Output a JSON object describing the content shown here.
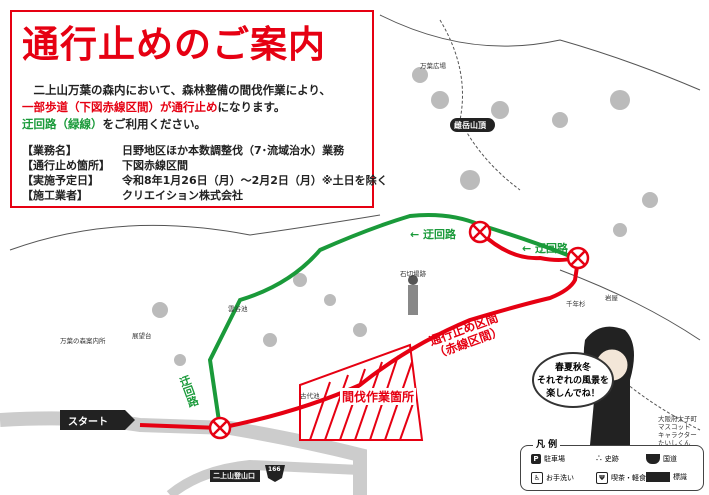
{
  "notice": {
    "title": "通行止めのご案内",
    "line1": "二上山万葉の森内において、森林整備の間伐作業により、",
    "line2_red": "一部歩道（下図赤線区間）が通行止め",
    "line2_rest": "になります。",
    "line3_green": "迂回路（緑線）",
    "line3_rest": "をご利用ください。",
    "info": [
      {
        "key": "【業務名】",
        "value": "日野地区ほか本数調整伐（7･流域治水）業務"
      },
      {
        "key": "【通行止め箇所】",
        "value": "下図赤線区間"
      },
      {
        "key": "【実施予定日】",
        "value": "令和8年1月26日（月）～2月2日（月）※土日を除く"
      },
      {
        "key": "【施工業者】",
        "value": "クリエイション株式会社"
      }
    ]
  },
  "map": {
    "detour_label": "迂回路",
    "closed_section_label": "通行止め区間",
    "closed_section_sub": "（赤線区間）",
    "thinning_area_label": "間伐作業箇所",
    "start_label": "スタート",
    "summit_label": "雌岳山頂",
    "trailhead_label": "二上山登山口",
    "route_number": "166",
    "places": [
      "万葉の森案内所",
      "万葉広場",
      "石切場跡",
      "岩屋",
      "千年杉",
      "古代池",
      "雲谷池",
      "展望台"
    ],
    "colors": {
      "closed": "#e60012",
      "detour": "#1a9a3a"
    }
  },
  "mascot": {
    "speech": [
      "春夏秋冬",
      "それぞれの風景を",
      "楽しんでね！"
    ],
    "caption": [
      "大阪府太子町",
      "マスコット",
      "キャラクター",
      "たいしくん"
    ]
  },
  "legend": {
    "title": "凡 例",
    "items": [
      {
        "icon": "parking-icon",
        "label": "駐車場"
      },
      {
        "icon": "historic-site-icon",
        "label": "史跡"
      },
      {
        "icon": "national-route-icon",
        "label": "国道"
      },
      {
        "icon": "restroom-icon",
        "label": "お手洗い"
      },
      {
        "icon": "cafe-icon",
        "label": "喫茶・軽食"
      },
      {
        "icon": "signpost-icon",
        "label": "標識"
      }
    ]
  }
}
